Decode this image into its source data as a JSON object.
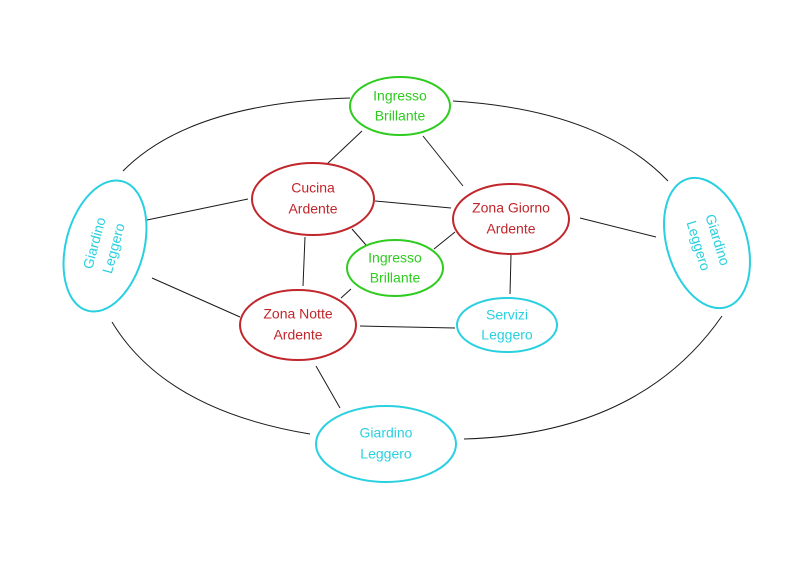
{
  "nodes": [
    {
      "id": "n1",
      "lines": [
        "Ingresso",
        "Brillante"
      ],
      "color": "#2ecc1f"
    },
    {
      "id": "n2",
      "lines": [
        "Cucina",
        "Ardente"
      ],
      "color": "#c0262b"
    },
    {
      "id": "n3",
      "lines": [
        "Zona Giorno",
        "Ardente"
      ],
      "color": "#c0262b"
    },
    {
      "id": "n4",
      "lines": [
        "Ingresso",
        "Brillante"
      ],
      "color": "#2ecc1f"
    },
    {
      "id": "n5",
      "lines": [
        "Zona Notte",
        "Ardente"
      ],
      "color": "#c0262b"
    },
    {
      "id": "n6",
      "lines": [
        "Servizi",
        "Leggero"
      ],
      "color": "#29d0e0"
    },
    {
      "id": "n7",
      "lines": [
        "Giardino",
        "Leggero"
      ],
      "color": "#29d0e0"
    },
    {
      "id": "n8",
      "lines": [
        "Giardino",
        "Leggero"
      ],
      "color": "#29d0e0"
    },
    {
      "id": "n9",
      "lines": [
        "Giardino",
        "Leggero"
      ],
      "color": "#29d0e0"
    }
  ],
  "edges": [
    [
      "n1",
      "n2"
    ],
    [
      "n1",
      "n3"
    ],
    [
      "n2",
      "n3"
    ],
    [
      "n2",
      "n4"
    ],
    [
      "n2",
      "n5"
    ],
    [
      "n2",
      "n7"
    ],
    [
      "n3",
      "n4"
    ],
    [
      "n3",
      "n6"
    ],
    [
      "n3",
      "n8"
    ],
    [
      "n4",
      "n5"
    ],
    [
      "n5",
      "n6"
    ],
    [
      "n5",
      "n7"
    ],
    [
      "n5",
      "n9"
    ],
    [
      "n1",
      "n7"
    ],
    [
      "n1",
      "n8"
    ],
    [
      "n7",
      "n9"
    ],
    [
      "n8",
      "n9"
    ]
  ]
}
